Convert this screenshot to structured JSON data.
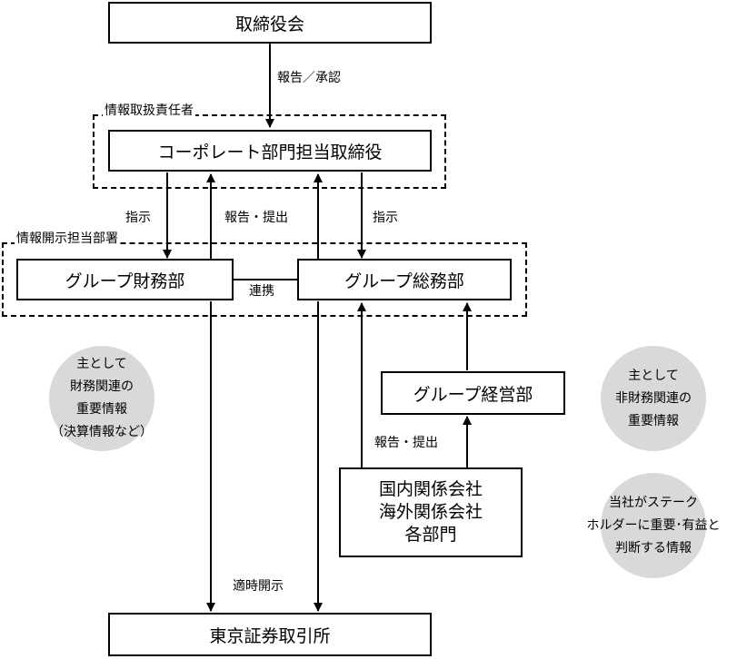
{
  "boxes": {
    "board": "取締役会",
    "corporate_officer": "コーポレート部門担当取締役",
    "group_finance": "グループ財務部",
    "group_general_affairs": "グループ総務部",
    "group_management": "グループ経営部",
    "affiliates": [
      "国内関係会社",
      "海外関係会社",
      "各部門"
    ],
    "tse": "東京証券取引所"
  },
  "groups": {
    "info_officer": "情報取扱責任者",
    "disclosure_dept": "情報開示担当部署"
  },
  "labels": {
    "report_approval": "報告／承認",
    "instruct_left": "指示",
    "instruct_right": "指示",
    "report_submit_top": "報告・提出",
    "report_submit_bottom": "報告・提出",
    "collaboration": "連携",
    "timely_disclosure": "適時開示"
  },
  "notes": {
    "financial": [
      "主として",
      "財務関連の",
      "重要情報",
      "（決算情報など）"
    ],
    "non_financial": [
      "主として",
      "非財務関連の",
      "重要情報"
    ],
    "stakeholder": [
      "当社がステーク",
      "ホルダーに重要･有益と",
      "判断する情報"
    ]
  },
  "colors": {
    "line": "#000000",
    "note_fill": "#d9d9d9"
  }
}
